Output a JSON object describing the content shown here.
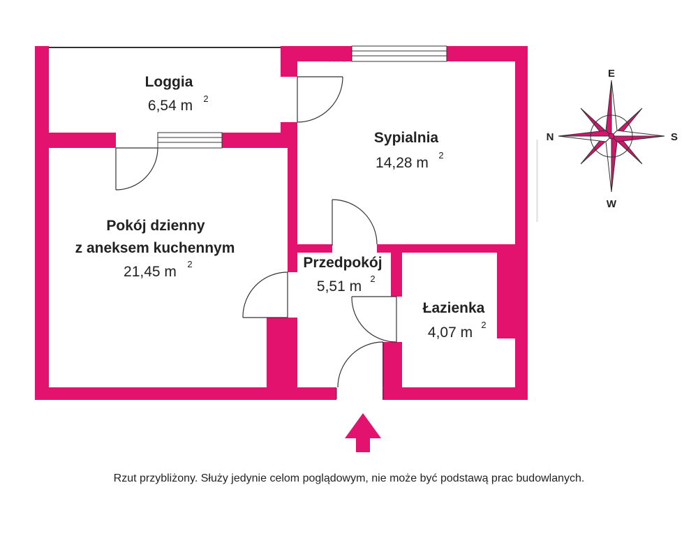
{
  "watermark": "nie",
  "rooms": {
    "loggia": {
      "name": "Loggia",
      "area": "6,54 m",
      "sup": "2"
    },
    "bedroom": {
      "name": "Sypialnia",
      "area": "14,28 m",
      "sup": "2"
    },
    "living": {
      "name_line1": "Pokój dzienny",
      "name_line2": "z aneksem kuchennym",
      "area": "21,45 m",
      "sup": "2"
    },
    "hall": {
      "name": "Przedpokój",
      "area": "5,51 m",
      "sup": "2"
    },
    "bathroom": {
      "name": "Łazienka",
      "area": "4,07 m",
      "sup": "2"
    }
  },
  "compass": {
    "top": "E",
    "left": "N",
    "right": "S",
    "bottom": "W"
  },
  "disclaimer": "Rzut przybliżony. Służy jedynie celom poglądowym, nie może być podstawą prac budowlanych.",
  "colors": {
    "wall": "#e2126e",
    "compass_fill": "#d4156d"
  }
}
